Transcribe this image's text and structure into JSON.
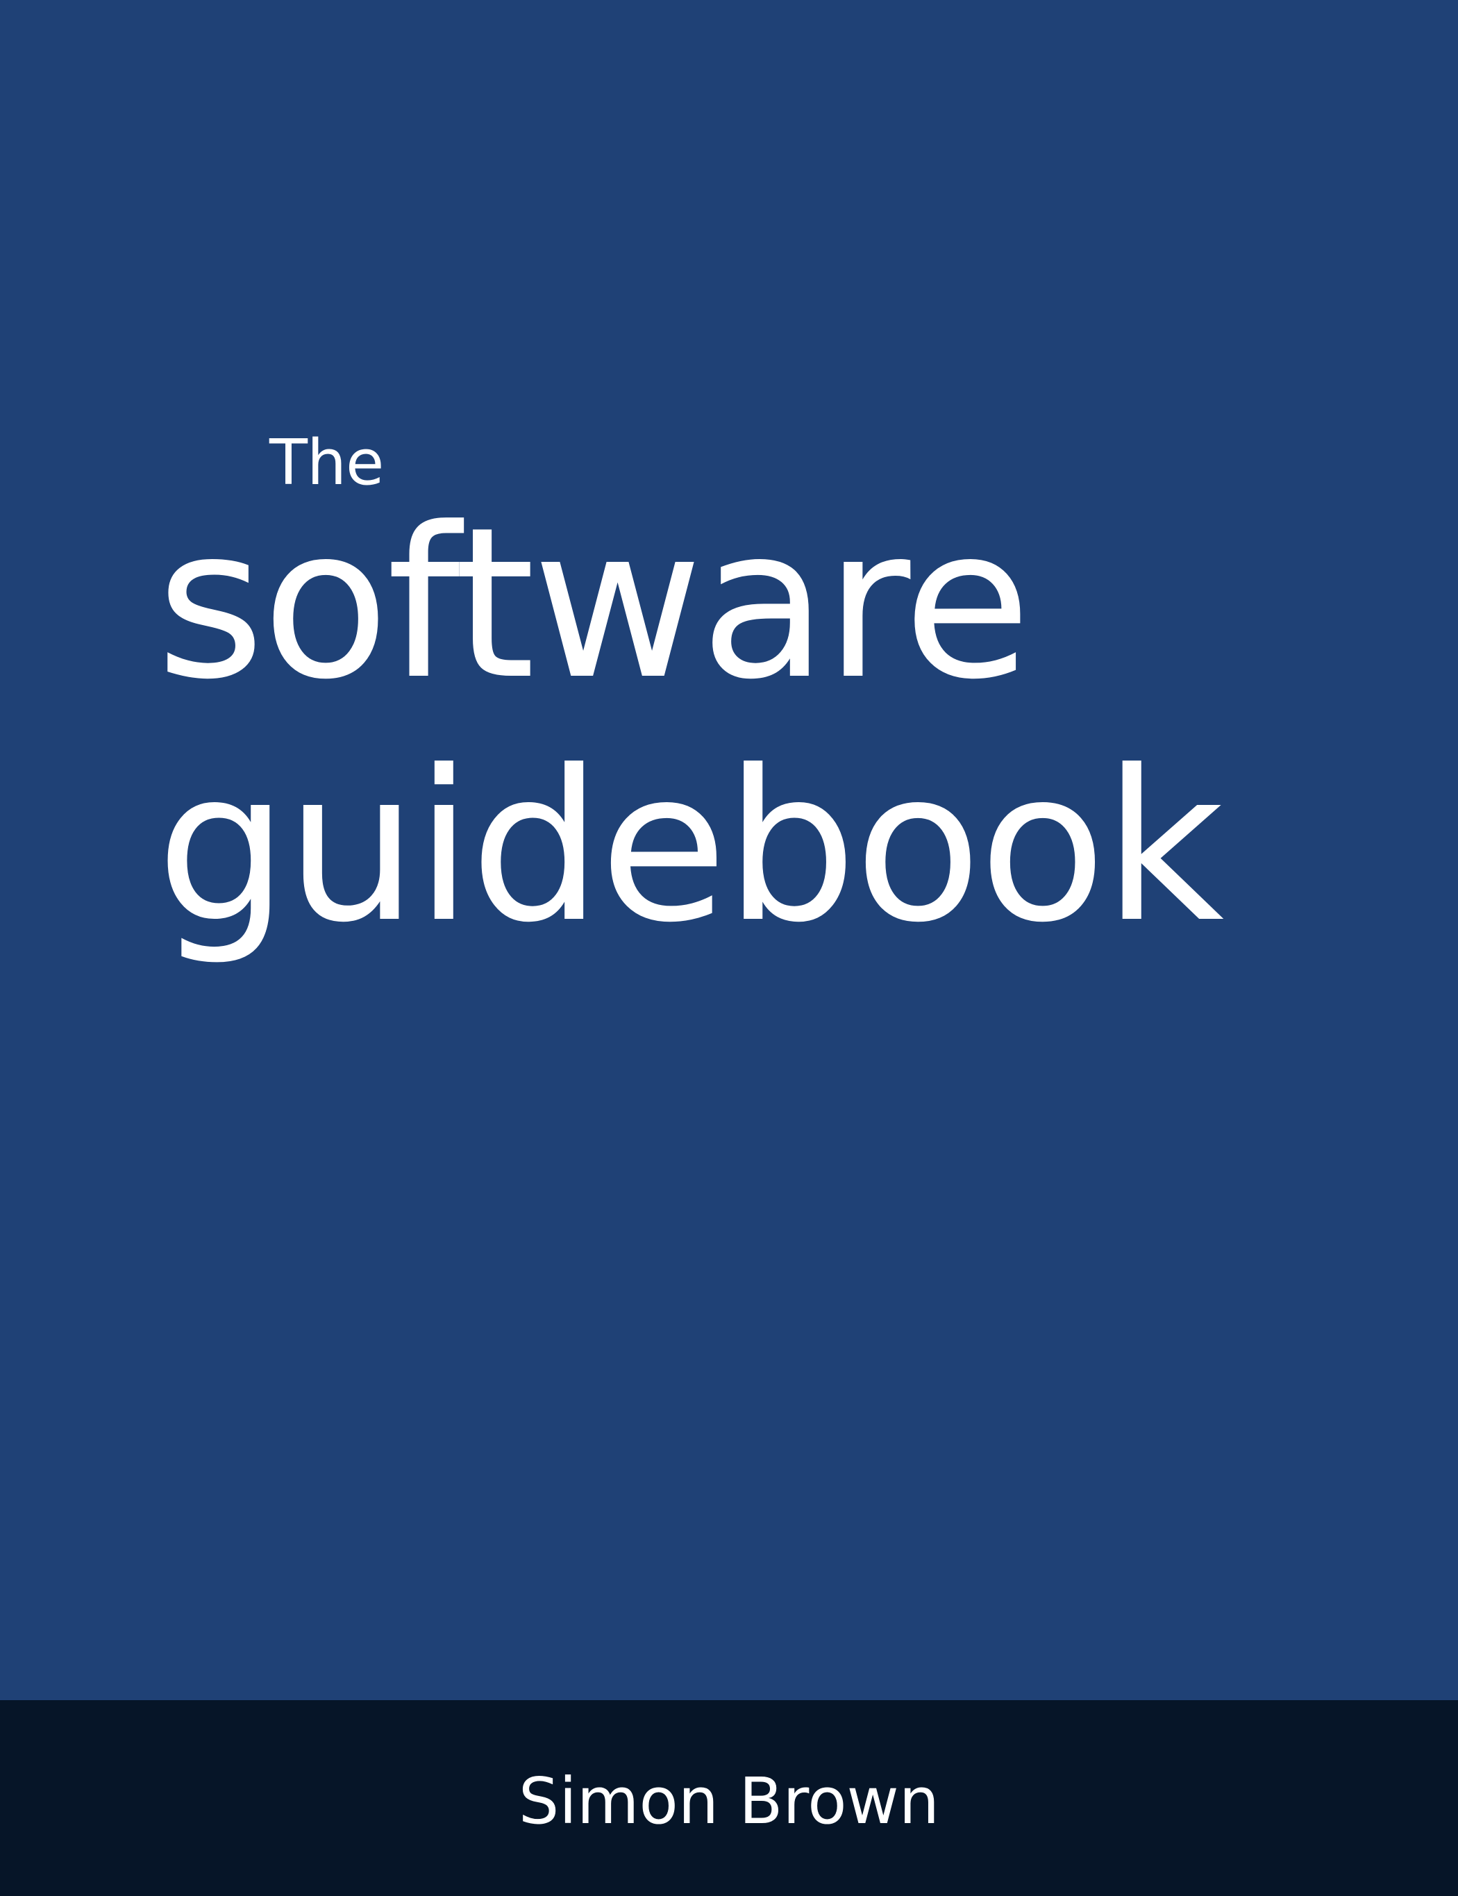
{
  "cover": {
    "background_color": "#1f4176",
    "title_prefix": "The",
    "title_line_1": "software",
    "title_line_2": "guidebook"
  },
  "footer": {
    "background_color": "#061528",
    "author": "Simon Brown"
  }
}
